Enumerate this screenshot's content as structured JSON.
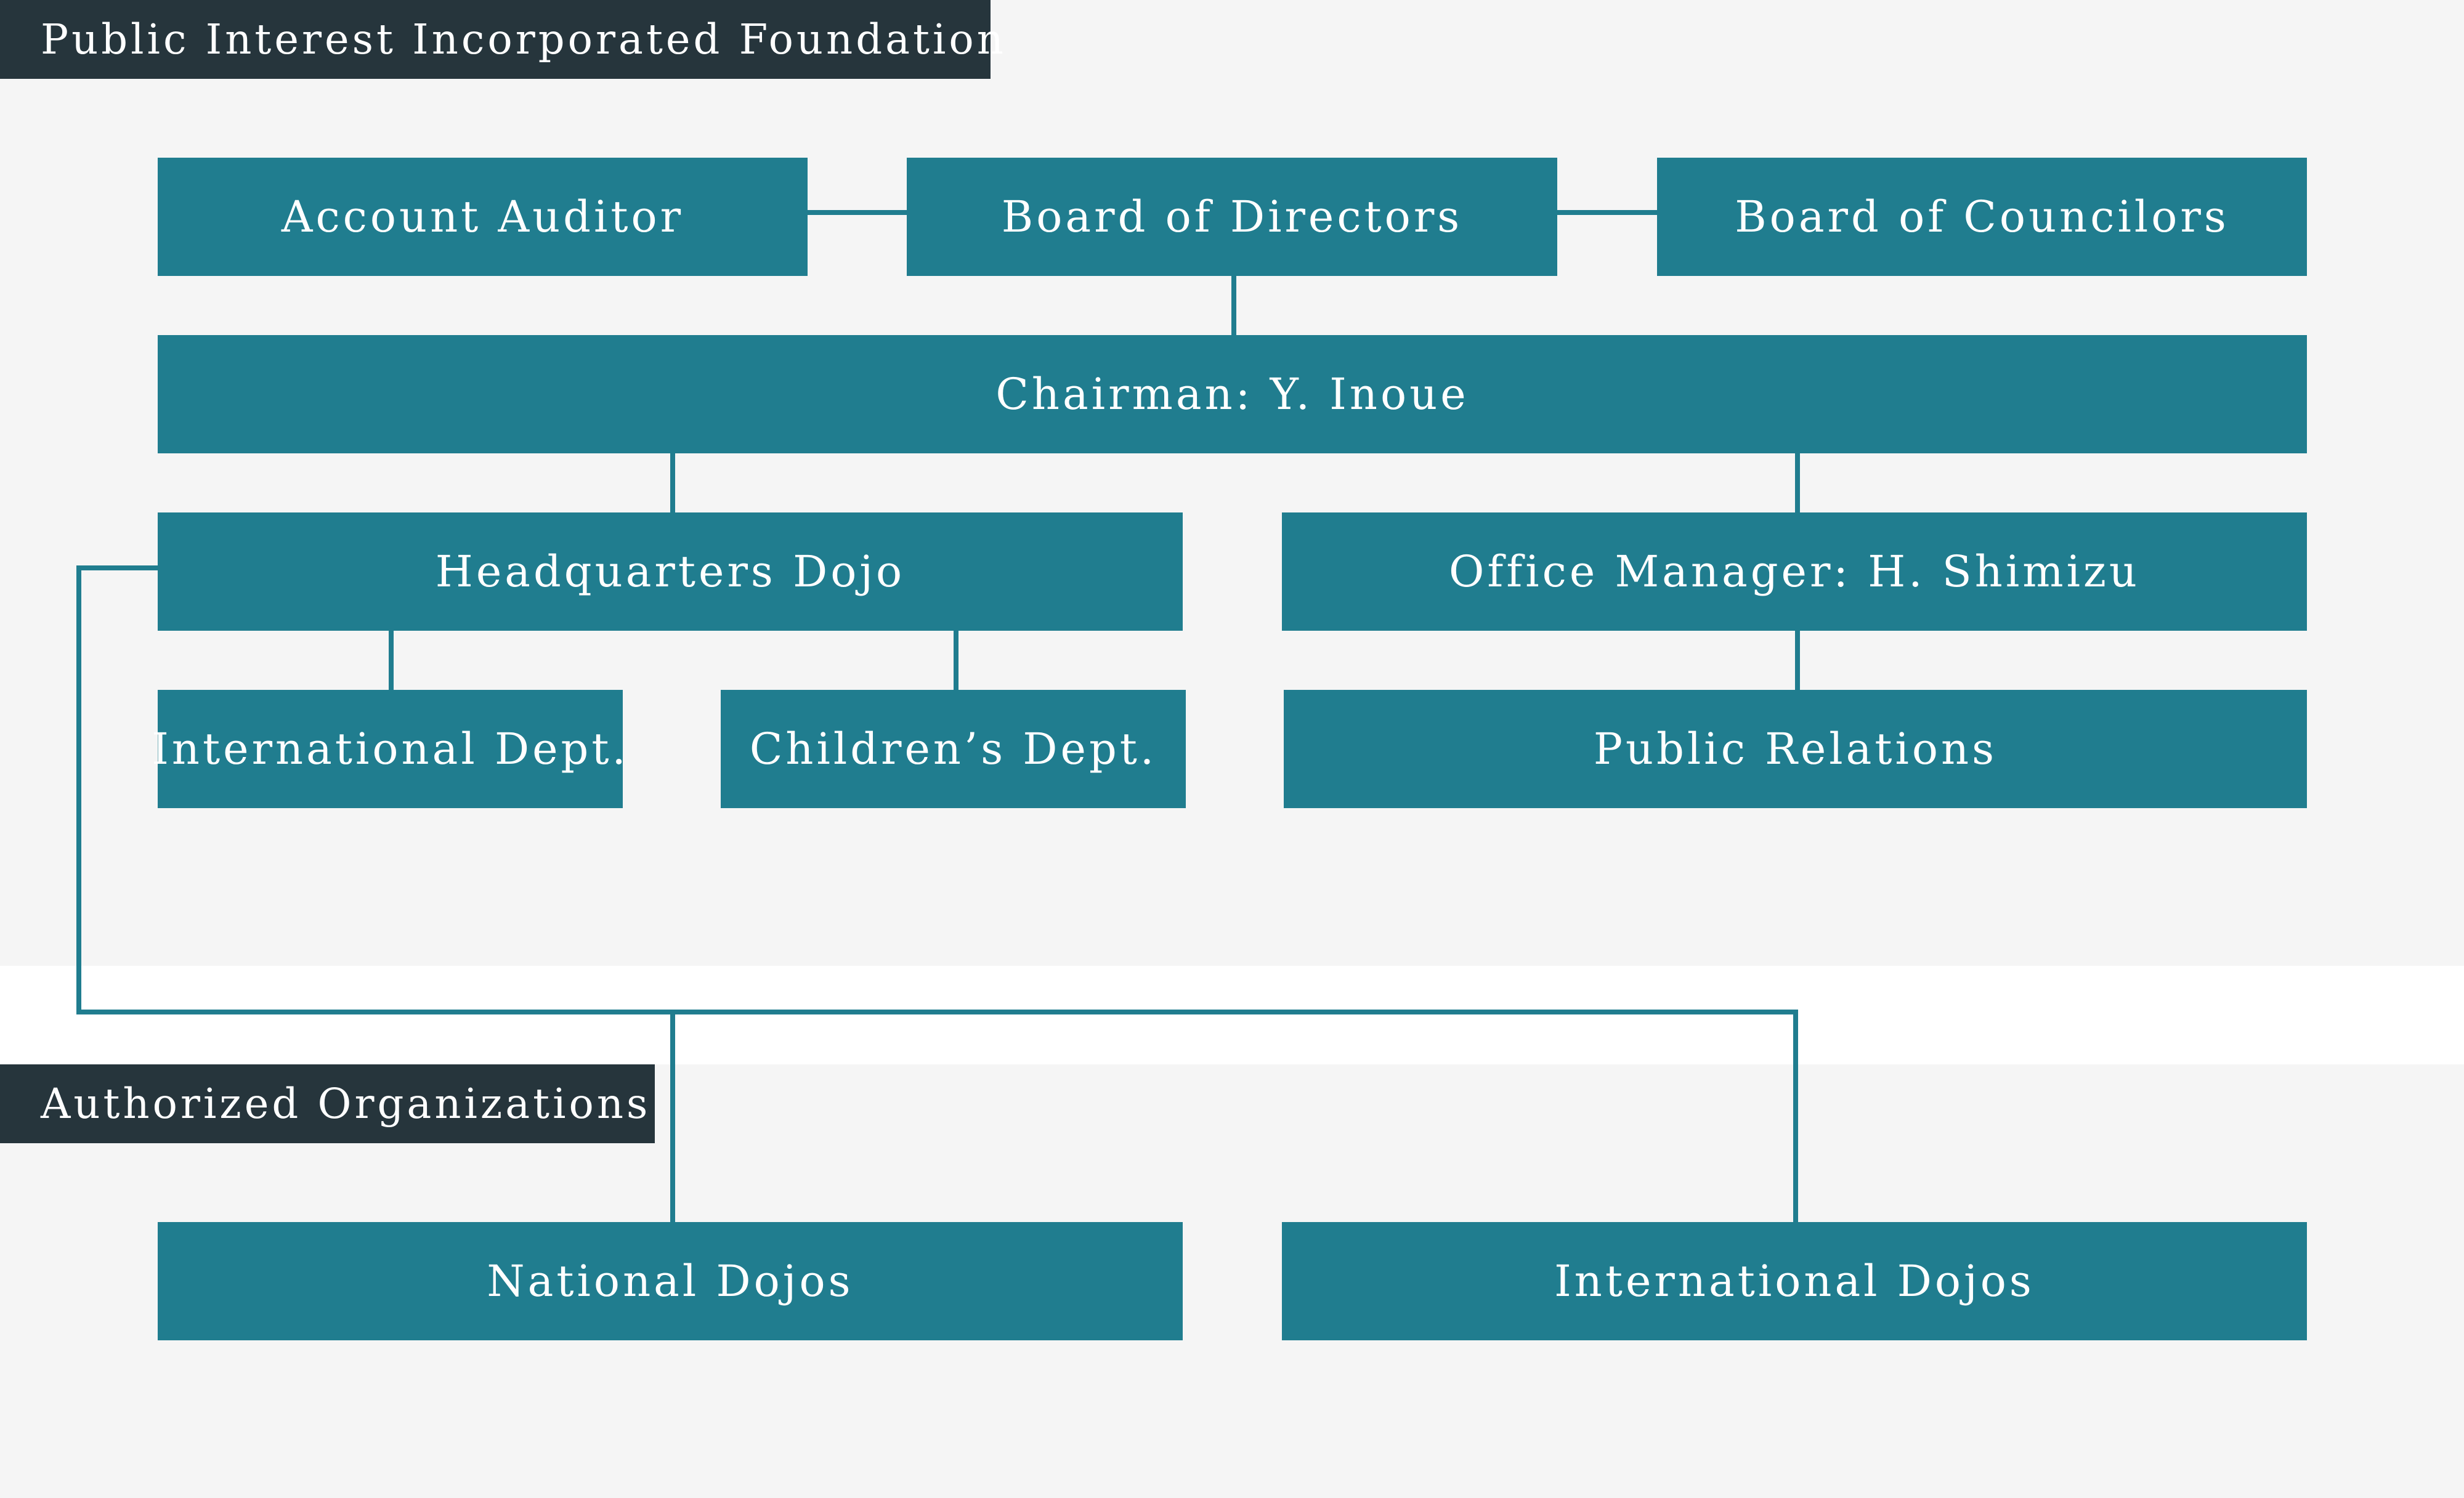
{
  "sections": {
    "foundation": "Public Interest Incorporated Foundation",
    "authorized": "Authorized Organizations"
  },
  "nodes": {
    "account_auditor": "Account Auditor",
    "board_of_directors": "Board of Directors",
    "board_of_councilors": "Board of Councilors",
    "chairman": "Chairman: Y. Inoue",
    "headquarters_dojo": "Headquarters Dojo",
    "office_manager": "Office Manager: H. Shimizu",
    "international_dept": "International Dept.",
    "childrens_dept": "Children’s Dept.",
    "public_relations": "Public Relations",
    "national_dojos": "National Dojos",
    "international_dojos": "International Dojos"
  },
  "colors": {
    "node": "#207d8f",
    "section_label": "#26353c",
    "panel": "#f5f5f5",
    "connector": "#207d8f"
  }
}
